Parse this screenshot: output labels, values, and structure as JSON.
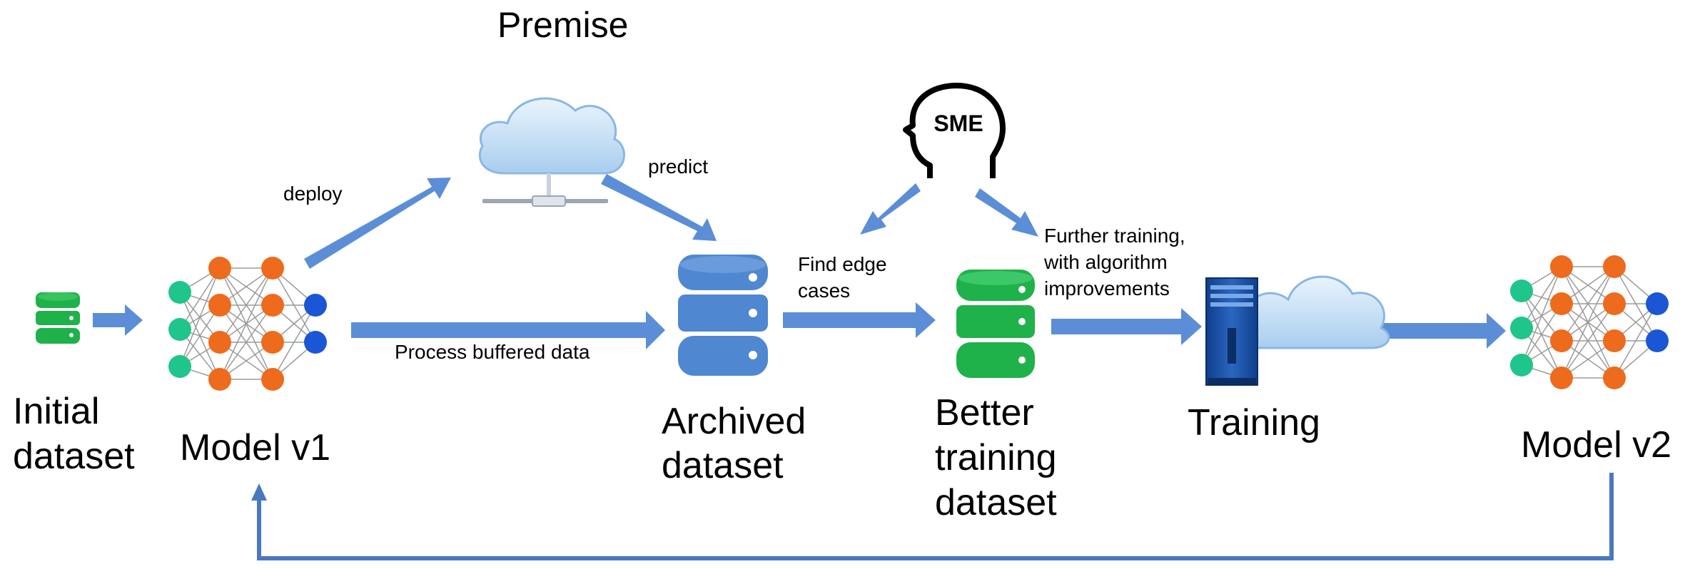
{
  "diagram": {
    "premise_label": "Premise",
    "sme_label": "SME",
    "nodes": {
      "initial_dataset": "Initial\ndataset",
      "model_v1": "Model v1",
      "archived_dataset": "Archived\ndataset",
      "better_training_dataset": "Better\ntraining\ndataset",
      "training": "Training",
      "model_v2": "Model v2"
    },
    "edges": {
      "deploy": "deploy",
      "predict": "predict",
      "process_buffered_data": "Process buffered data",
      "find_edge_cases": "Find edge\ncases",
      "further_training": "Further training,\nwith algorithm\nimprovements"
    },
    "colors": {
      "arrow": "#5b8ed6",
      "feedback_line": "#4a78c0",
      "db_green": "#1fb14a",
      "db_blue": "#4f88d0",
      "nn_input": "#1fc58a",
      "nn_hidden": "#ee6a1c",
      "nn_output": "#1a56d6",
      "cloud_fill": "#cfe6fa",
      "server_blue": "#1c4e9e"
    },
    "icons": [
      "database-icon",
      "neural-network-icon",
      "cloud-server-icon",
      "sme-head-icon",
      "server-cloud-icon"
    ]
  }
}
